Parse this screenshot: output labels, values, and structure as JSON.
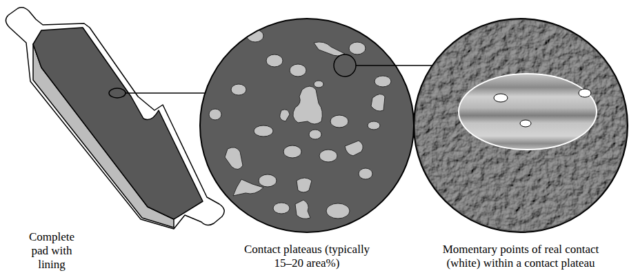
{
  "diagram": {
    "labels": [
      "Complete pad with lining",
      "Contact plateaus (typically 15–20 area%)",
      "Momentary points of real contact (white) within a contact plateau"
    ]
  }
}
